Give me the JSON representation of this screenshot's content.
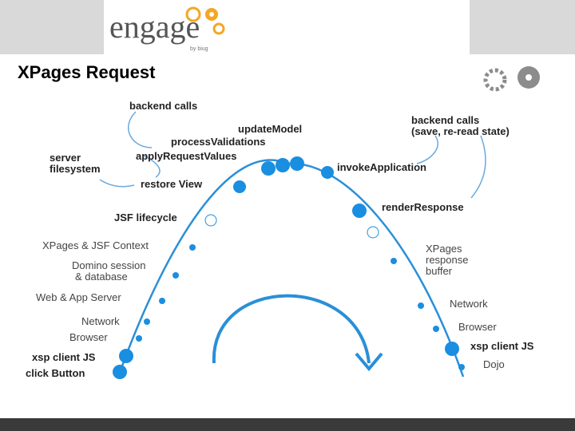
{
  "header": {
    "logo_text": "engage",
    "logo_sub": "by biug",
    "title": "XPages Request",
    "accent_orange": "#f5a623",
    "gear_icon": "gear-icon"
  },
  "diagram": {
    "curve_color": "#2a8fd8",
    "node_color": "#1a8ee0",
    "arrow_color": "#2a8fd8",
    "left_labels": {
      "backend_calls": "backend calls",
      "update_model": "updateModel",
      "process_validations": "processValidations",
      "apply_request_values": "applyRequestValues",
      "server_filesystem_1": "server",
      "server_filesystem_2": "filesystem",
      "restore_view": "restore View",
      "jsf_lifecycle": "JSF lifecycle",
      "xpages_jsf_context": "XPages & JSF Context",
      "domino_session_1": "Domino session",
      "domino_session_2": "& database",
      "web_app_server": "Web & App Server",
      "network": "Network",
      "browser": "Browser",
      "xsp_client_js": "xsp client JS",
      "click_button": "click Button"
    },
    "right_labels": {
      "backend_calls_1": "backend calls",
      "backend_calls_2": "(save, re-read state)",
      "invoke_application": "invokeApplication",
      "render_response": "renderResponse",
      "xpages_response_1": "XPages",
      "xpages_response_2": "response",
      "xpages_response_3": "buffer",
      "network": "Network",
      "browser": "Browser",
      "xsp_client_js": "xsp client JS",
      "dojo": "Dojo"
    }
  }
}
